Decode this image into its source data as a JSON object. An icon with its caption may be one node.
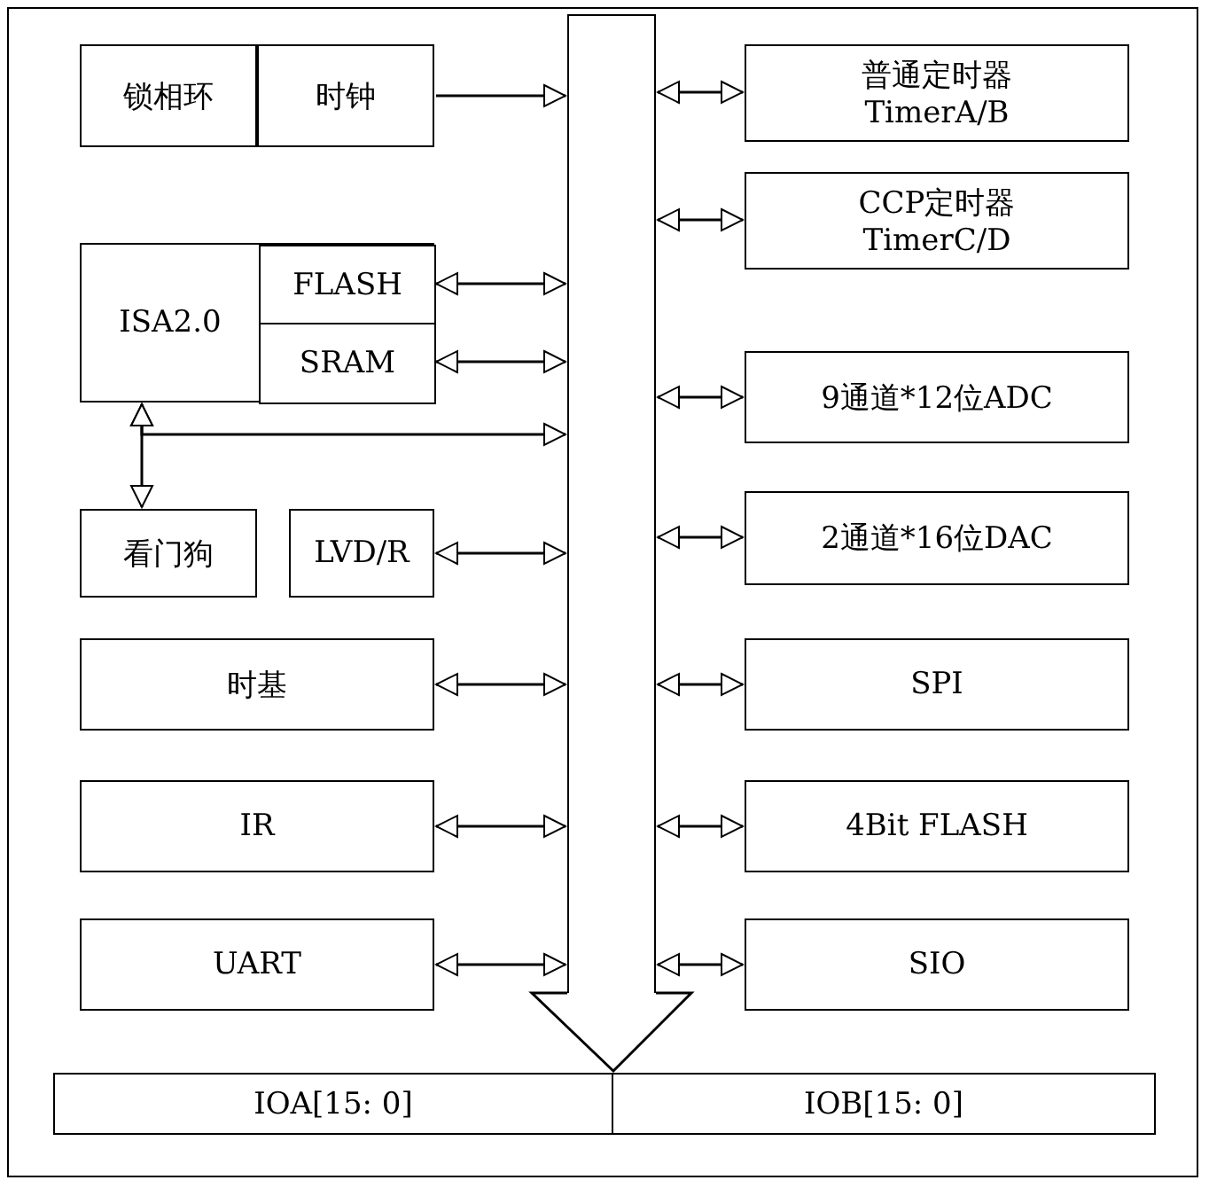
{
  "diagram": {
    "nodes": [
      {
        "text": [
          "锁相环"
        ]
      },
      {
        "text": [
          "时钟"
        ]
      },
      {
        "text": [
          "ISA2.0"
        ]
      },
      {
        "text": [
          "FLASH"
        ],
        "in": 2
      },
      {
        "text": [
          "SRAM"
        ],
        "in": 2
      },
      {
        "text": [
          "看门狗"
        ]
      },
      {
        "text": [
          "LVD/R"
        ]
      },
      {
        "text": [
          "时基"
        ]
      },
      {
        "text": [
          "IR"
        ]
      },
      {
        "text": [
          "UART"
        ]
      },
      {
        "text": [
          "普通定时器",
          "TimerA/B"
        ]
      },
      {
        "text": [
          "CCP定时器",
          "TimerC/D"
        ]
      },
      {
        "text": [
          "9通道*12位ADC"
        ]
      },
      {
        "text": [
          "2通道*16位DAC"
        ]
      },
      {
        "text": [
          "SPI"
        ]
      },
      {
        "text": [
          "4Bit FLASH"
        ]
      },
      {
        "text": [
          "SIO"
        ]
      },
      {
        "text": [],
        "shape": "bar"
      },
      {
        "text": [
          "IOA[15: 0]"
        ]
      },
      {
        "text": [
          "IOB[15: 0]"
        ]
      }
    ],
    "edges": [
      {
        "from": 1,
        "to": 17,
        "arrow": "to"
      },
      {
        "from": 3,
        "to": 17,
        "arrow": "both"
      },
      {
        "from": 4,
        "to": 17,
        "arrow": "both"
      },
      {
        "from": 2,
        "to": 5,
        "arrow": "both"
      },
      {
        "from": 2,
        "to": 17,
        "arrow": "both"
      },
      {
        "from": 6,
        "to": 17,
        "arrow": "both"
      },
      {
        "from": 7,
        "to": 17,
        "arrow": "both"
      },
      {
        "from": 8,
        "to": 17,
        "arrow": "both"
      },
      {
        "from": 9,
        "to": 17,
        "arrow": "both"
      },
      {
        "from": 17,
        "to": 10,
        "arrow": "both"
      },
      {
        "from": 17,
        "to": 11,
        "arrow": "both"
      },
      {
        "from": 17,
        "to": 12,
        "arrow": "both"
      },
      {
        "from": 17,
        "to": 13,
        "arrow": "both"
      },
      {
        "from": 17,
        "to": 14,
        "arrow": "both"
      },
      {
        "from": 17,
        "to": 15,
        "arrow": "both"
      },
      {
        "from": 17,
        "to": 16,
        "arrow": "both"
      },
      {
        "from": 17,
        "to": 18,
        "arrow": "to"
      },
      {
        "from": 17,
        "to": 19,
        "arrow": "to"
      }
    ]
  }
}
